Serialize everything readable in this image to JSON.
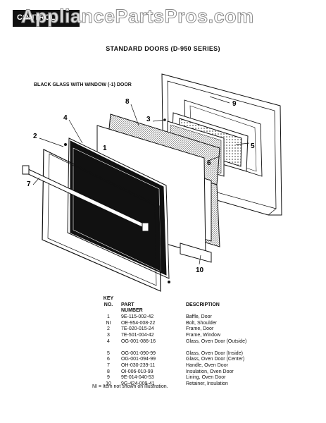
{
  "watermark": "AppliancePartsPros.com",
  "header_tag": "CONTROL",
  "title": "STANDARD DOORS (D-950 SERIES)",
  "subtitle": "BLACK GLASS WITH WINDOW (-1) DOOR",
  "callouts": [
    "9",
    "8",
    "3",
    "4",
    "5",
    "6",
    "1",
    "2",
    "7",
    "10"
  ],
  "key": {
    "title": "KEY",
    "col_no": "NO.",
    "col_part": "PART NUMBER",
    "col_desc": "DESCRIPTION",
    "rows": [
      {
        "no": "1",
        "part": "9E-115-002-42",
        "desc": "Baffle, Door"
      },
      {
        "no": "NI",
        "part": "OE-954-008-22",
        "desc": "Bolt, Shoulder"
      },
      {
        "no": "2",
        "part": "7E-020-015-24",
        "desc": "Frame, Door"
      },
      {
        "no": "3",
        "part": "7E-501-004-42",
        "desc": "Frame, Window"
      },
      {
        "no": "4",
        "part": "OG-001-086-16",
        "desc": "Glass, Oven Door (Outside)"
      },
      {
        "no": "5",
        "part": "OG-001-090-99",
        "desc": "Glass, Oven Door (Inside)"
      },
      {
        "no": "6",
        "part": "OG-001-094-99",
        "desc": "Glass, Oven Door (Center)"
      },
      {
        "no": "7",
        "part": "OH-030-239-11",
        "desc": "Handle, Oven Door"
      },
      {
        "no": "8",
        "part": "OI-006-010-99",
        "desc": "Insulation, Oven Door"
      },
      {
        "no": "9",
        "part": "9E-014-040-53",
        "desc": "Lining, Oven Door"
      },
      {
        "no": "10",
        "part": "9G-424-009-41",
        "desc": "Retainer, Insulation"
      }
    ]
  },
  "note": "NI = Item not shown on illustration."
}
